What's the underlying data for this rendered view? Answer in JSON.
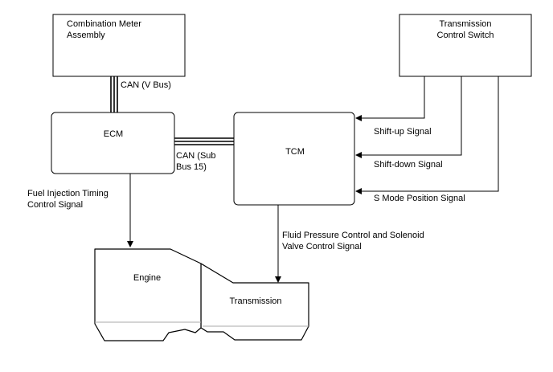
{
  "blocks": {
    "combination_meter": [
      "Combination Meter",
      "Assembly"
    ],
    "transmission_control_switch": [
      "Transmission",
      "Control Switch"
    ],
    "ecm": "ECM",
    "tcm": "TCM",
    "engine": "Engine",
    "transmission": "Transmission"
  },
  "buses": {
    "can_v_bus": "CAN (V Bus)",
    "can_sub_bus_15": [
      "CAN (Sub",
      "Bus 15)"
    ]
  },
  "signals": {
    "shift_up": "Shift-up Signal",
    "shift_down": "Shift-down Signal",
    "s_mode_position": "S Mode Position Signal",
    "fuel_injection_timing": [
      "Fuel Injection Timing",
      "Control Signal"
    ],
    "fluid_pressure_solenoid": [
      "Fluid Pressure Control and Solenoid",
      "Valve Control Signal"
    ]
  }
}
